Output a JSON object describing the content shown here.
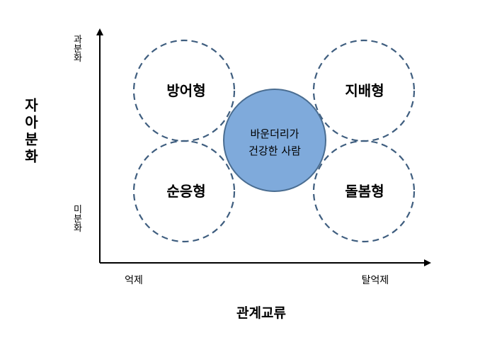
{
  "y_axis": {
    "title": "자아분화",
    "top_label": "과분화",
    "bottom_label": "미분화"
  },
  "x_axis": {
    "title": "관계교류",
    "left_label": "억제",
    "right_label": "탈억제"
  },
  "quadrants": {
    "top_left": "방어형",
    "top_right": "지배형",
    "bottom_left": "순응형",
    "bottom_right": "돌봄형"
  },
  "center": {
    "line1": "바운더리가",
    "line2": "건강한 사람"
  },
  "colors": {
    "dashed_circle": "#3f5e7f",
    "center_fill": "#7faadb",
    "center_stroke": "#4a6d91",
    "axis": "#000000"
  }
}
